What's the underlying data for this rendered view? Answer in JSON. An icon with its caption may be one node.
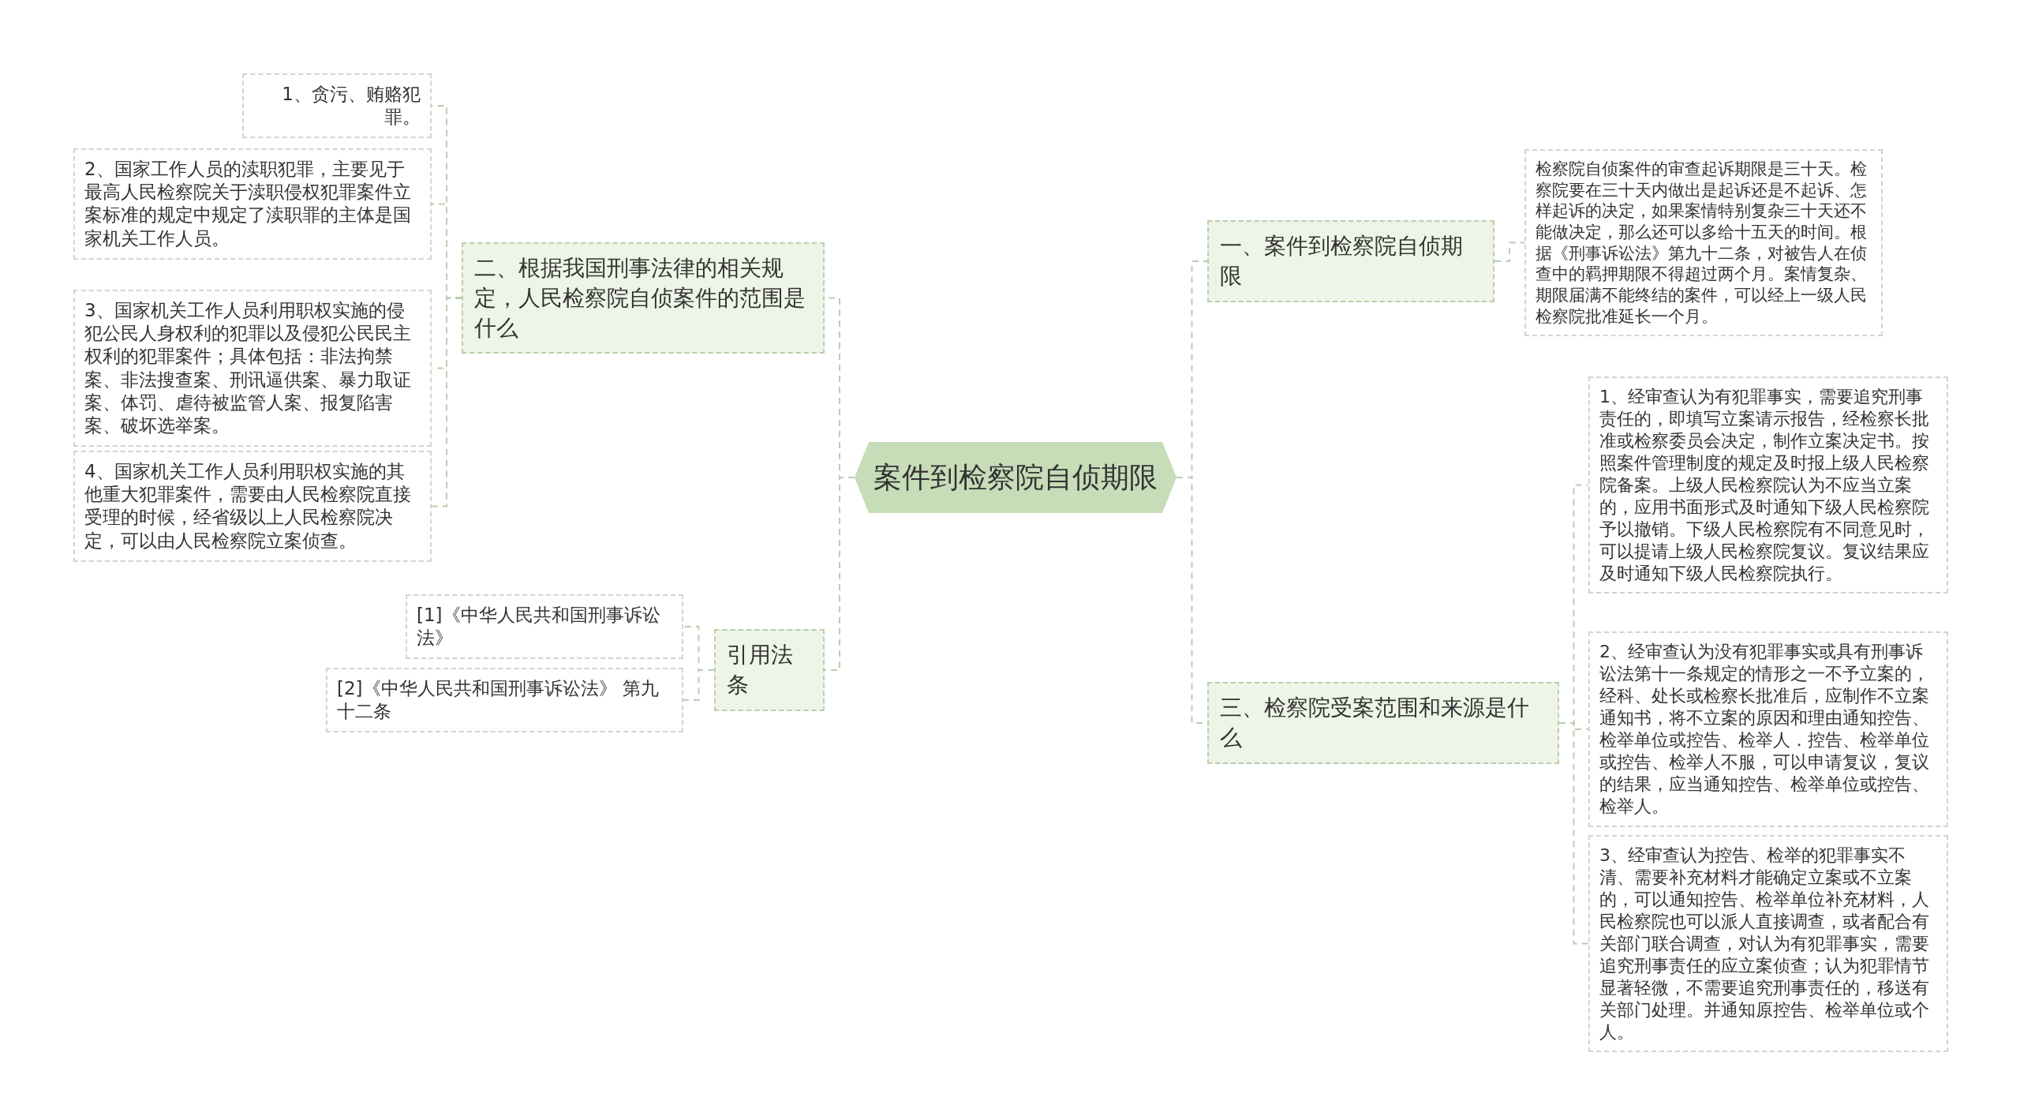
{
  "diagram": {
    "nodes": [
      {
        "text": [
          "案件到检察院自侦期限"
        ]
      },
      {
        "text": [
          "二、根据我国刑事法律的相关规定，人民检察院自侦案件的范围是什么"
        ]
      },
      {
        "text": [
          "1、贪污、贿赂犯罪。"
        ]
      },
      {
        "text": [
          "2、国家工作人员的渎职犯罪，主要见于最高人民检察院关于渎职侵权犯罪案件立案标准的规定中规定了渎职罪的主体是国家机关工作人员。"
        ]
      },
      {
        "text": [
          "3、国家机关工作人员利用职权实施的侵犯公民人身权利的犯罪以及侵犯公民民主权利的犯罪案件；具体包括：非法拘禁案、非法搜查案、刑讯逼供案、暴力取证案、体罚、虐待被监管人案、报复陷害案、破坏选举案。"
        ]
      },
      {
        "text": [
          "4、国家机关工作人员利用职权实施的其他重大犯罪案件，需要由人民检察院直接受理的时候，经省级以上人民检察院决定，可以由人民检察院立案侦查。"
        ]
      },
      {
        "text": [
          "引用法条"
        ]
      },
      {
        "text": [
          "[1]《中华人民共和国刑事诉讼法》"
        ]
      },
      {
        "text": [
          "[2]《中华人民共和国刑事诉讼法》 第九十二条"
        ]
      },
      {
        "text": [
          "一、案件到检察院自侦期限"
        ]
      },
      {
        "text": [
          "检察院自侦案件的审查起诉期限是三十天。检察院要在三十天内做出是起诉还是不起诉、怎样起诉的决定，如果案情特别复杂三十天还不能做决定，那么还可以多给十五天的时间。根据《刑事诉讼法》第九十二条，对被告人在侦查中的羁押期限不得超过两个月。案情复杂、期限届满不能终结的案件，可以经上一级人民检察院批准延长一个月。"
        ]
      },
      {
        "text": [
          "三、检察院受案范围和来源是什么"
        ]
      },
      {
        "text": [
          "1、经审查认为有犯罪事实，需要追究刑事责任的，即填写立案请示报告，经检察长批准或检察委员会决定，制作立案决定书。按照案件管理制度的规定及时报上级人民检察院备案。上级人民检察院认为不应当立案的，应用书面形式及时通知下级人民检察院予以撤销。下级人民检察院有不同意见时，可以提请上级人民检察院复议。复议结果应及时通知下级人民检察院执行。"
        ]
      },
      {
        "text": [
          "2、经审查认为没有犯罪事实或具有刑事诉讼法第十一条规定的情形之一不予立案的，经科、处长或检察长批准后，应制作不立案通知书，将不立案的原因和理由通知控告、检举单位或控告、检举人．控告、检举单位或控告、检举人不服，可以申请复议，复议的结果，应当通知控告、检举单位或控告、检举人。"
        ]
      },
      {
        "text": [
          "3、经审查认为控告、检举的犯罪事实不清、需要补充材料才能确定立案或不立案的，可以通知控告、检举单位补充材料，人民检察院也可以派人直接调查，或者配合有关部门联合调查，对认为有犯罪事实，需要追究刑事责任的应立案侦查；认为犯罪情节显著轻微，不需要追究刑事责任的，移送有关部门处理。并通知原控告、检举单位或个人。"
        ]
      }
    ],
    "edges": [
      {
        "from": 0,
        "to": 1,
        "arrow": "none"
      },
      {
        "from": 0,
        "to": 6,
        "arrow": "none"
      },
      {
        "from": 0,
        "to": 9,
        "arrow": "none"
      },
      {
        "from": 0,
        "to": 11,
        "arrow": "none"
      },
      {
        "from": 1,
        "to": 2,
        "arrow": "none"
      },
      {
        "from": 1,
        "to": 3,
        "arrow": "none"
      },
      {
        "from": 1,
        "to": 4,
        "arrow": "none"
      },
      {
        "from": 1,
        "to": 5,
        "arrow": "none"
      },
      {
        "from": 6,
        "to": 7,
        "arrow": "none"
      },
      {
        "from": 6,
        "to": 8,
        "arrow": "none"
      },
      {
        "from": 9,
        "to": 10,
        "arrow": "none"
      },
      {
        "from": 11,
        "to": 12,
        "arrow": "none"
      },
      {
        "from": 11,
        "to": 13,
        "arrow": "none"
      },
      {
        "from": 11,
        "to": 14,
        "arrow": "none"
      }
    ]
  }
}
